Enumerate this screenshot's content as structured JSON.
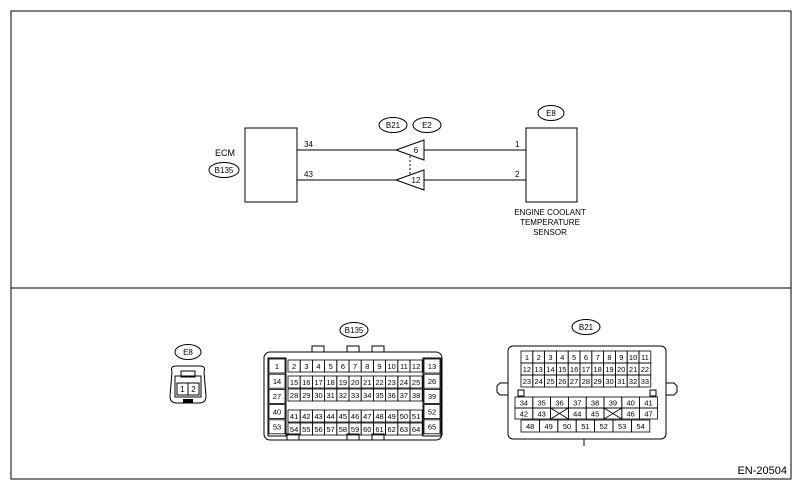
{
  "wiring": {
    "ecm": {
      "label": "ECM",
      "connector": "B135"
    },
    "sensor": {
      "connector": "E8",
      "label_lines": [
        "ENGINE COOLANT",
        "TEMPERATURE",
        "SENSOR"
      ]
    },
    "joint": {
      "connectors": [
        "B21",
        "E2"
      ]
    },
    "wires": [
      {
        "ecm_pin": "34",
        "joint_pin": "6",
        "sensor_pin": "1"
      },
      {
        "ecm_pin": "43",
        "joint_pin": "12",
        "sensor_pin": "2"
      }
    ]
  },
  "connectors": {
    "e8": {
      "label": "E8",
      "pins": [
        "1",
        "2"
      ]
    },
    "b135": {
      "label": "B135",
      "left_col": [
        "1",
        "14",
        "27",
        "40",
        "53"
      ],
      "right_col": [
        "13",
        "26",
        "39",
        "52",
        "65"
      ],
      "rows": [
        [
          "2",
          "3",
          "4",
          "5",
          "6",
          "7",
          "8",
          "9",
          "10",
          "11",
          "12"
        ],
        [
          "15",
          "16",
          "17",
          "18",
          "19",
          "20",
          "21",
          "22",
          "23",
          "24",
          "25"
        ],
        [
          "28",
          "29",
          "30",
          "31",
          "32",
          "33",
          "34",
          "35",
          "36",
          "37",
          "38"
        ],
        [
          "41",
          "42",
          "43",
          "44",
          "45",
          "46",
          "47",
          "48",
          "49",
          "50",
          "51"
        ],
        [
          "54",
          "55",
          "56",
          "57",
          "58",
          "59",
          "60",
          "61",
          "62",
          "63",
          "64"
        ]
      ]
    },
    "b21": {
      "label": "B21",
      "rows_top": [
        [
          "1",
          "2",
          "3",
          "4",
          "5",
          "6",
          "7",
          "8",
          "9",
          "10",
          "11"
        ],
        [
          "12",
          "13",
          "14",
          "15",
          "16",
          "17",
          "18",
          "19",
          "20",
          "21",
          "22"
        ],
        [
          "23",
          "24",
          "25",
          "26",
          "27",
          "28",
          "29",
          "30",
          "31",
          "32",
          "33"
        ]
      ],
      "row4": [
        "34",
        "35",
        "36",
        "37",
        "38",
        "39",
        "40",
        "41"
      ],
      "row5": [
        "42",
        "43",
        "",
        "44",
        "45",
        "",
        "46",
        "47"
      ],
      "row6": [
        "48",
        "49",
        "50",
        "51",
        "52",
        "53",
        "54"
      ]
    }
  },
  "doc_id": "EN-20504"
}
